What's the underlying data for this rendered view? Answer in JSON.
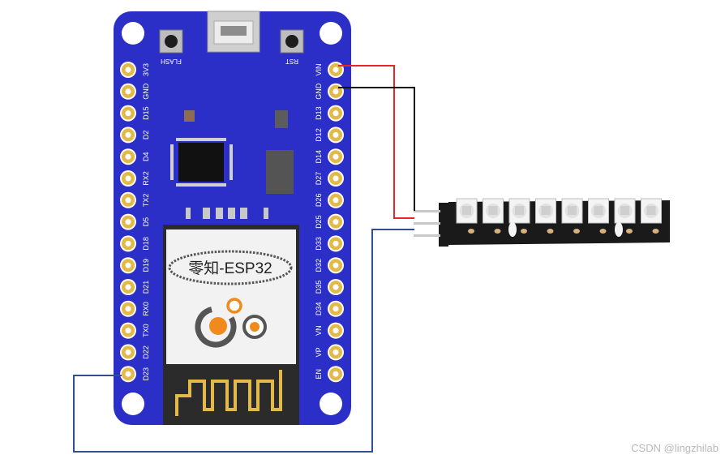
{
  "board": {
    "button_flash": "FLASH",
    "button_rst": "RST",
    "module_label": "零知-ESP32",
    "left_pins": [
      "3V3",
      "GND",
      "D15",
      "D2",
      "D4",
      "RX2",
      "TX2",
      "D5",
      "D18",
      "D19",
      "D21",
      "RX0",
      "TX0",
      "D22",
      "D23"
    ],
    "right_pins": [
      "VIN",
      "GND",
      "D13",
      "D12",
      "D14",
      "D27",
      "D26",
      "D25",
      "D33",
      "D32",
      "D35",
      "D34",
      "VN",
      "VP",
      "EN"
    ]
  },
  "led_strip": {
    "led_count": 8
  },
  "wires": [
    {
      "from": "VIN",
      "to": "strip-pin-1",
      "color": "#e8262a"
    },
    {
      "from": "GND",
      "to": "strip-pin-2",
      "color": "#111111"
    },
    {
      "from": "D23",
      "to": "strip-pin-3",
      "color": "#2f4f8f"
    }
  ],
  "colors": {
    "board": "#2b2fc8",
    "pad": "#e3b94a",
    "module": "#f2f2f2",
    "strip": "#1a1a1a",
    "logo": "#f08a1c"
  },
  "watermark": "CSDN @lingzhilab"
}
